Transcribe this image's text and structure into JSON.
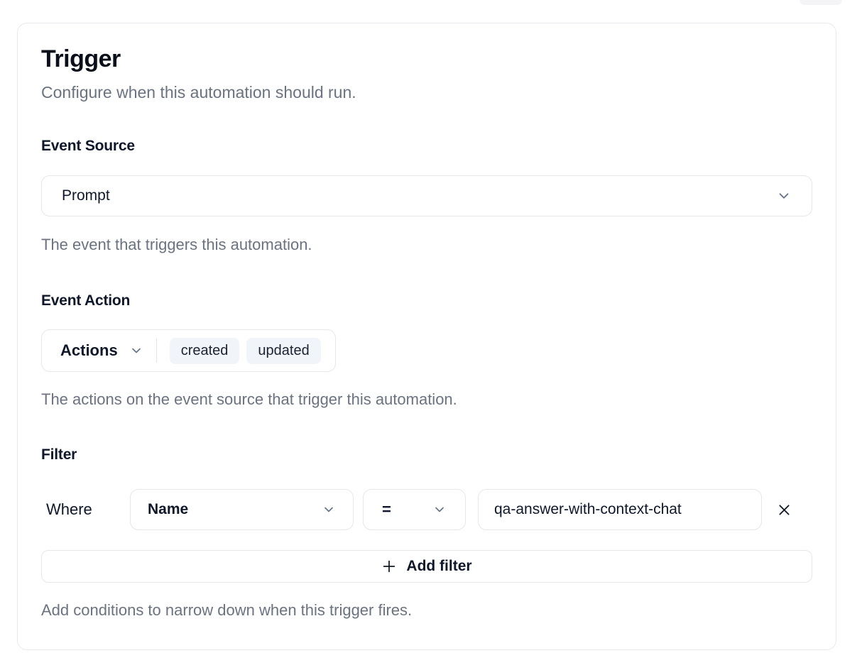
{
  "card": {
    "title": "Trigger",
    "subtitle": "Configure when this automation should run.",
    "event_source": {
      "label": "Event Source",
      "selected": "Prompt",
      "helper": "The event that triggers this automation."
    },
    "event_action": {
      "label": "Event Action",
      "dropdown_label": "Actions",
      "selected_actions": [
        "created",
        "updated"
      ],
      "helper": "The actions on the event source that trigger this automation."
    },
    "filter": {
      "label": "Filter",
      "rows": [
        {
          "prefix": "Where",
          "field": "Name",
          "operator": "=",
          "value": "qa-answer-with-context-chat"
        }
      ],
      "add_button_label": "Add filter",
      "helper": "Add conditions to narrow down when this trigger fires."
    }
  },
  "icons": {
    "chevron_down": "chevron-down",
    "close": "x-close",
    "plus": "plus"
  },
  "colors": {
    "border": "#e5e7eb",
    "muted_text": "#6b7280",
    "chip_background": "#f1f4f9",
    "chevron": "#64748b",
    "heading_text": "#0b0f1a"
  }
}
